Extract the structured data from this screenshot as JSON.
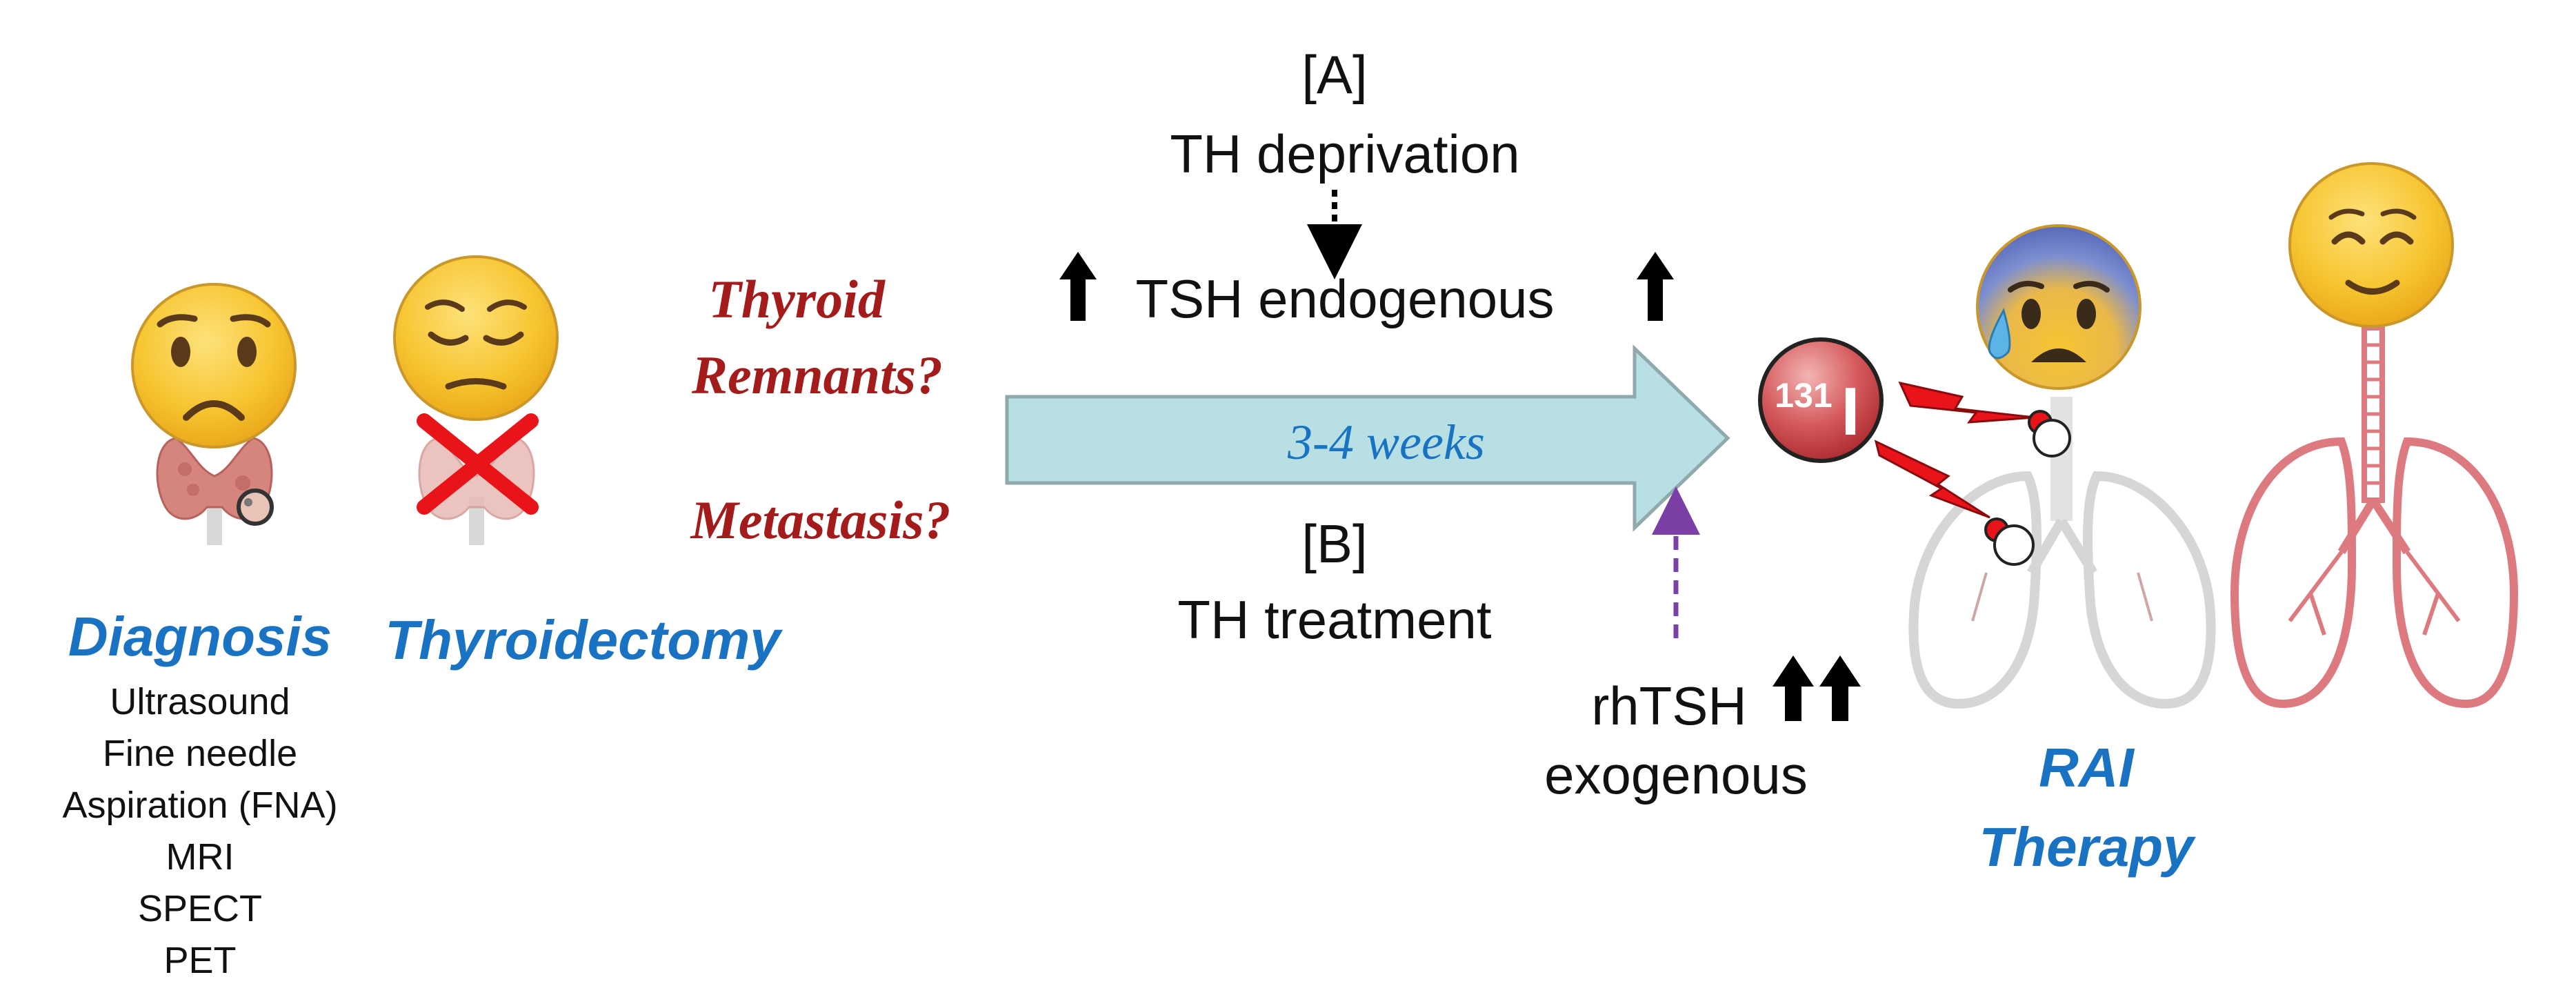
{
  "diagnosis": {
    "title": "Diagnosis",
    "methods": [
      "Ultrasound",
      "Fine needle",
      "Aspiration (FNA)",
      "MRI",
      "SPECT",
      "PET"
    ]
  },
  "thyroidectomy": {
    "title": "Thyroidectomy"
  },
  "questions": {
    "remnants_line1": "Thyroid",
    "remnants_line2": "Remnants?",
    "metastasis": "Metastasis?"
  },
  "route_a": {
    "tag": "[A]",
    "label": "TH deprivation",
    "effect": "TSH endogenous"
  },
  "route_b": {
    "tag": "[B]",
    "label": "TH treatment"
  },
  "arrow": {
    "label": "3-4 weeks"
  },
  "rhtsh": {
    "line1": "rhTSH",
    "line2": "exogenous"
  },
  "rai": {
    "isotope": "131",
    "element": "I",
    "line1": "RAI",
    "line2": "Therapy"
  },
  "colors": {
    "accent_blue": "#1a73c2",
    "question_red": "#a31b1b",
    "arrow_fill": "#b7dfe4",
    "arrow_stroke": "#8fa9ad",
    "rhtsh_purple": "#7b3fa6",
    "lung_pink": "#dd7a80",
    "lung_grey": "#d6d6d6",
    "bolt_red": "#e8141a",
    "emoji_yellow": "#f7c531"
  },
  "icons": [
    "worried-face-icon",
    "sad-face-icon",
    "anxious-sweat-face-icon",
    "relieved-face-icon",
    "thyroid-icon",
    "lungs-icon",
    "lightning-bolt-icon",
    "up-arrow-icon"
  ]
}
